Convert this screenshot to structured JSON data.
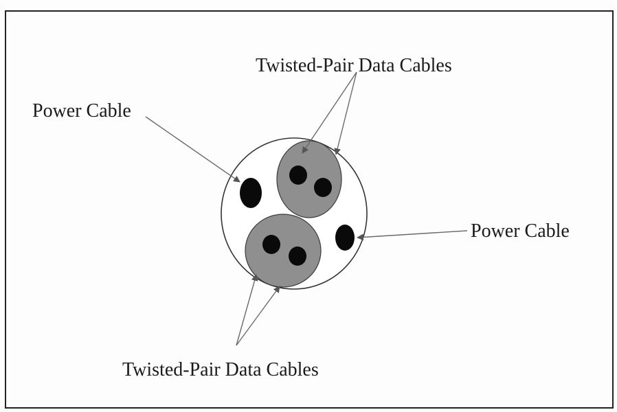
{
  "labels": {
    "data_top": "Twisted-Pair Data Cables",
    "power_left": "Power Cable",
    "power_right": "Power Cable",
    "data_bottom": "Twisted-Pair Data Cables"
  },
  "colors": {
    "frame": "#222222",
    "jacket": "#333333",
    "pair_fill": "#8f8f8f",
    "conductor": "#0a0a0a",
    "leader": "#6a6a6a"
  }
}
